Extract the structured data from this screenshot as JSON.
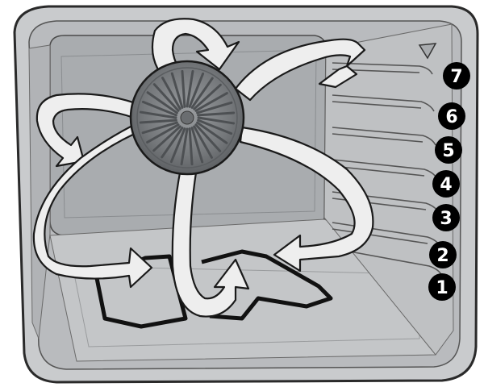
{
  "figure": {
    "subject": "oven-cavity-convection-airflow",
    "colors": {
      "cavity_outer": "#c9cbcd",
      "cavity_inner": "#b9bbbe",
      "back_wall": "#a9acaf",
      "floor": "#c4c6c8",
      "arrow_fill": "#eeeeee",
      "arrow_stroke": "#1a1a1a",
      "fan": "#7a7d80",
      "heating_element": "#111111",
      "badge": "#000000",
      "badge_text": "#ffffff"
    }
  },
  "shelf_levels": [
    {
      "label": "7"
    },
    {
      "label": "6"
    },
    {
      "label": "5"
    },
    {
      "label": "4"
    },
    {
      "label": "3"
    },
    {
      "label": "2"
    },
    {
      "label": "1"
    }
  ]
}
